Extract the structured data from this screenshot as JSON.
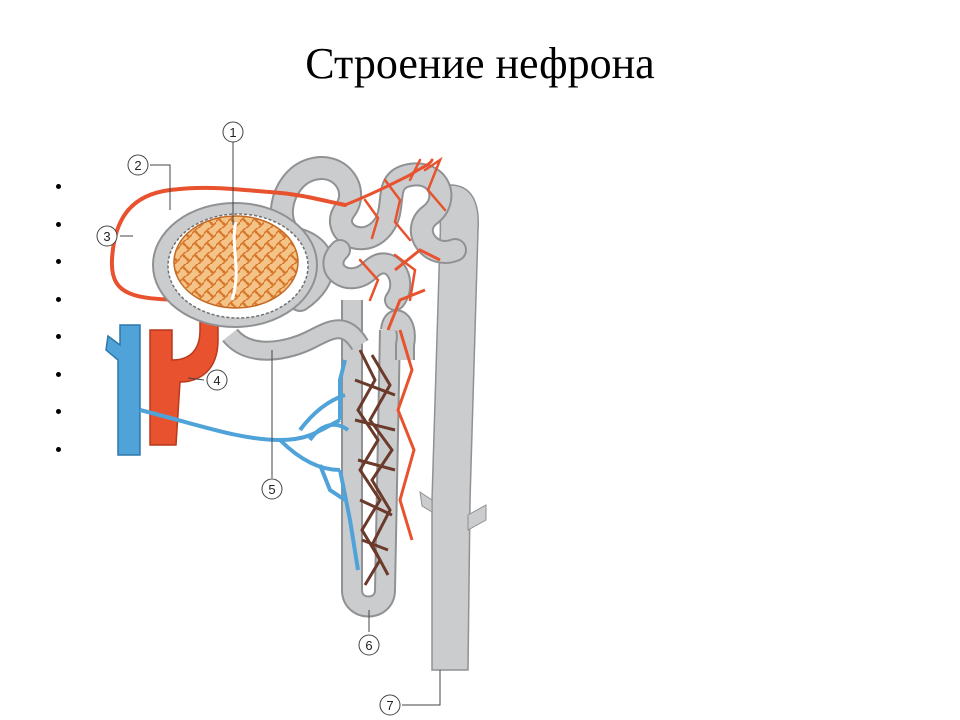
{
  "title": "Строение нефрона",
  "bullets": [
    "",
    "",
    "",
    "",
    "",
    "",
    "",
    ""
  ],
  "callouts": [
    "1",
    "2",
    "3",
    "4",
    "5",
    "6",
    "7"
  ],
  "colors": {
    "artery": "#e8522e",
    "vein": "#4fa3d8",
    "tubule": "#c9cacc",
    "tubule_edge": "#8f9193",
    "glomerulus": "#e9a15a",
    "capillary_dark": "#6b3a2a"
  }
}
